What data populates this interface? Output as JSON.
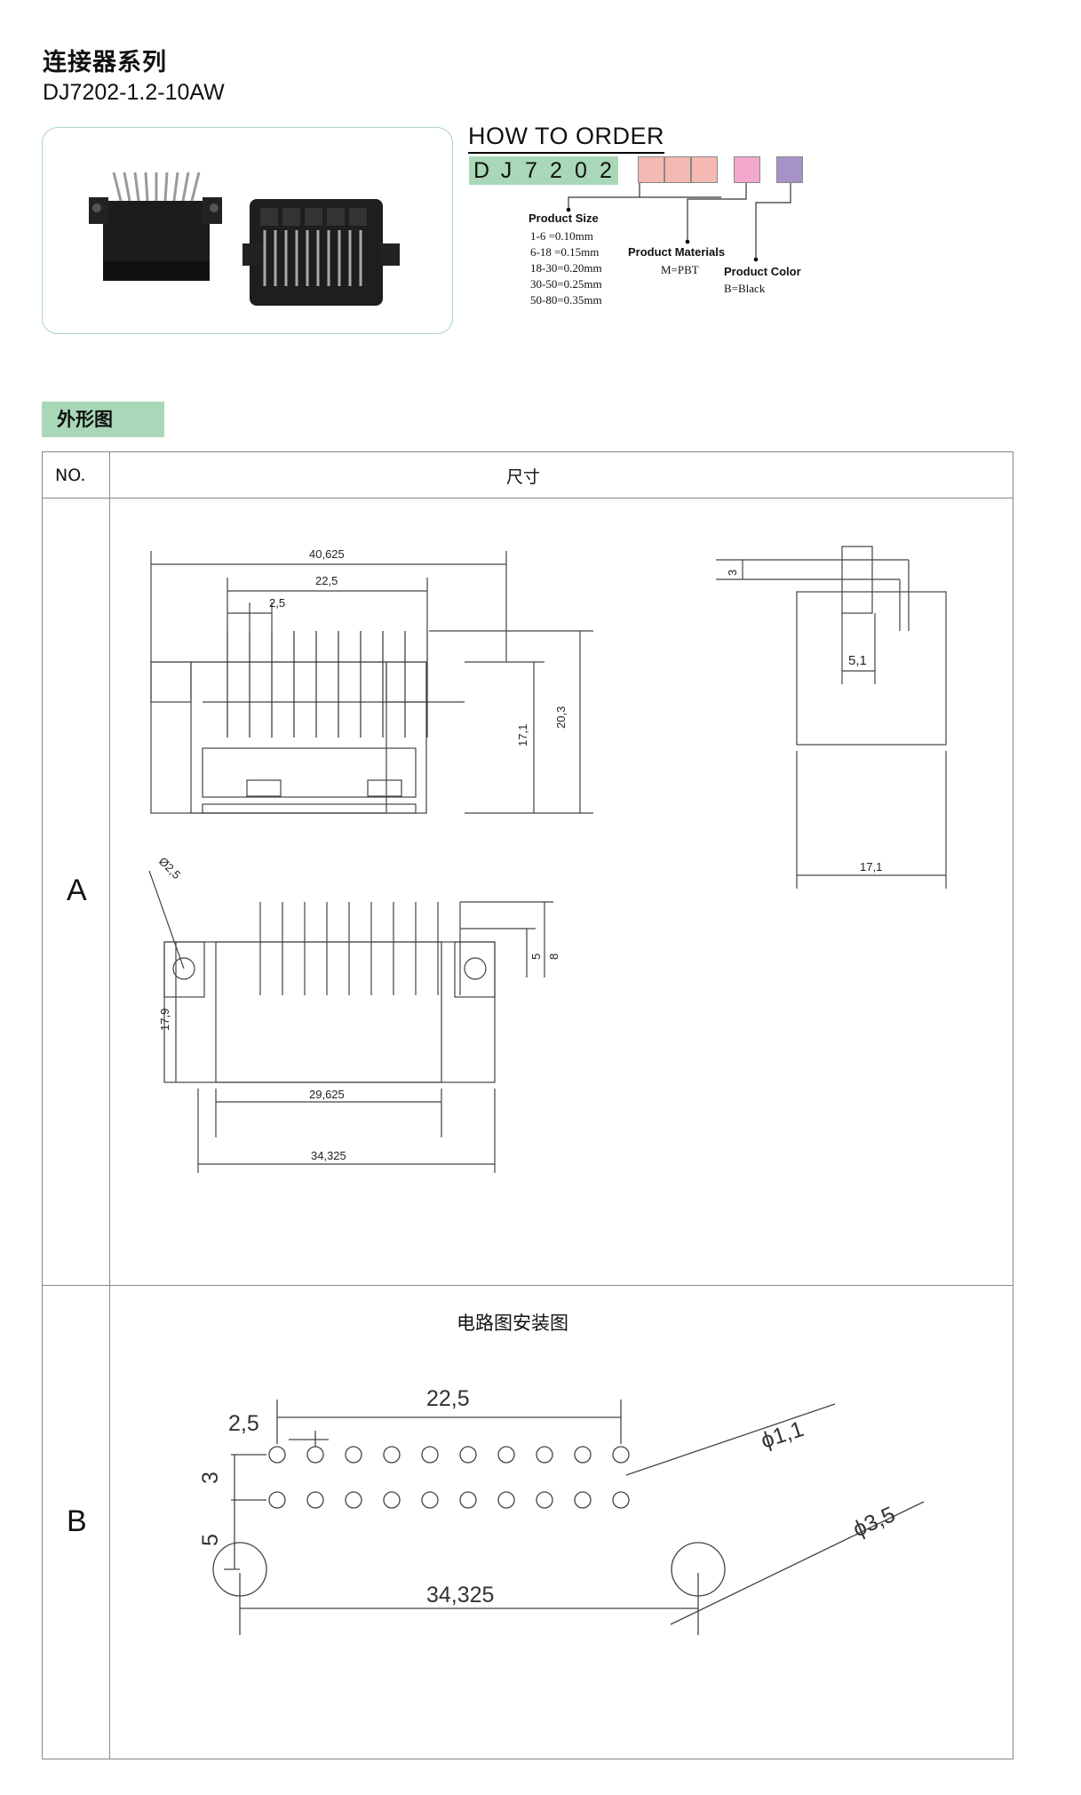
{
  "header": {
    "title_cn": "连接器系列",
    "model": "DJ7202-1.2-10AW"
  },
  "order": {
    "title": "HOW TO ORDER",
    "code_chars": [
      "D",
      "J",
      "7",
      "2",
      "0",
      "2"
    ],
    "size_label": "Product Size",
    "size_values": [
      "1-6   =0.10mm",
      "6-18  =0.15mm",
      "18-30=0.20mm",
      "30-50=0.25mm",
      "50-80=0.35mm"
    ],
    "material_label": "Product Materials",
    "material_value": "M=PBT",
    "color_label": "Product Color",
    "color_value": "B=Black",
    "colors": {
      "size_box": "#f4b9b2",
      "material_box": "#f2a7cd",
      "color_box": "#a593c8",
      "strip": "#a9d8b8"
    }
  },
  "section": {
    "title": "外形图"
  },
  "table": {
    "col_no": "NO.",
    "col_dim": "尺寸",
    "row_a": "A",
    "row_b": "B",
    "row_b_title": "电路图安装图"
  },
  "dims_a": {
    "w_total": "40,625",
    "pin_span": "22,5",
    "pitch": "2,5",
    "h_body": "17,1",
    "h_total": "20,3",
    "side_3": "3",
    "side_51": "5,1",
    "side_171": "17,1",
    "hole": "Ø2,5",
    "bottom_h": "17,9",
    "pin_5": "5",
    "pin_8": "8",
    "w_29": "29,625",
    "w_34": "34,325"
  },
  "dims_b": {
    "span": "22,5",
    "pitch": "2,5",
    "pin_dia": "ϕ1,1",
    "row_gap": "3",
    "hole_off": "5",
    "hole_dia": "ϕ3,5",
    "hole_span": "34,325"
  }
}
